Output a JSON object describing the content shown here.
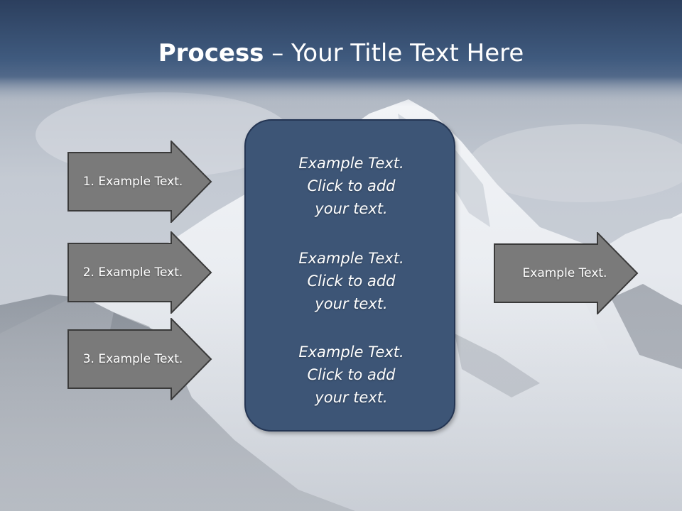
{
  "title": {
    "bold": "Process",
    "rest": " – Your Title Text Here"
  },
  "colors": {
    "title_bar": "#3f5a7e",
    "arrow_fill": "#7a7a7a",
    "arrow_stroke": "#3a3a3a",
    "center_fill": "#3d5576",
    "center_stroke": "#243553"
  },
  "inputs": [
    {
      "label": "1. Example Text."
    },
    {
      "label": "2. Example Text."
    },
    {
      "label": "3. Example Text."
    }
  ],
  "center": [
    {
      "line1": "Example Text.",
      "line2": "Click  to add",
      "line3": "your text."
    },
    {
      "line1": "Example Text.",
      "line2": "Click  to add",
      "line3": "your text."
    },
    {
      "line1": "Example Text.",
      "line2": "Click  to add",
      "line3": "your text."
    }
  ],
  "output": {
    "label": "Example Text."
  }
}
